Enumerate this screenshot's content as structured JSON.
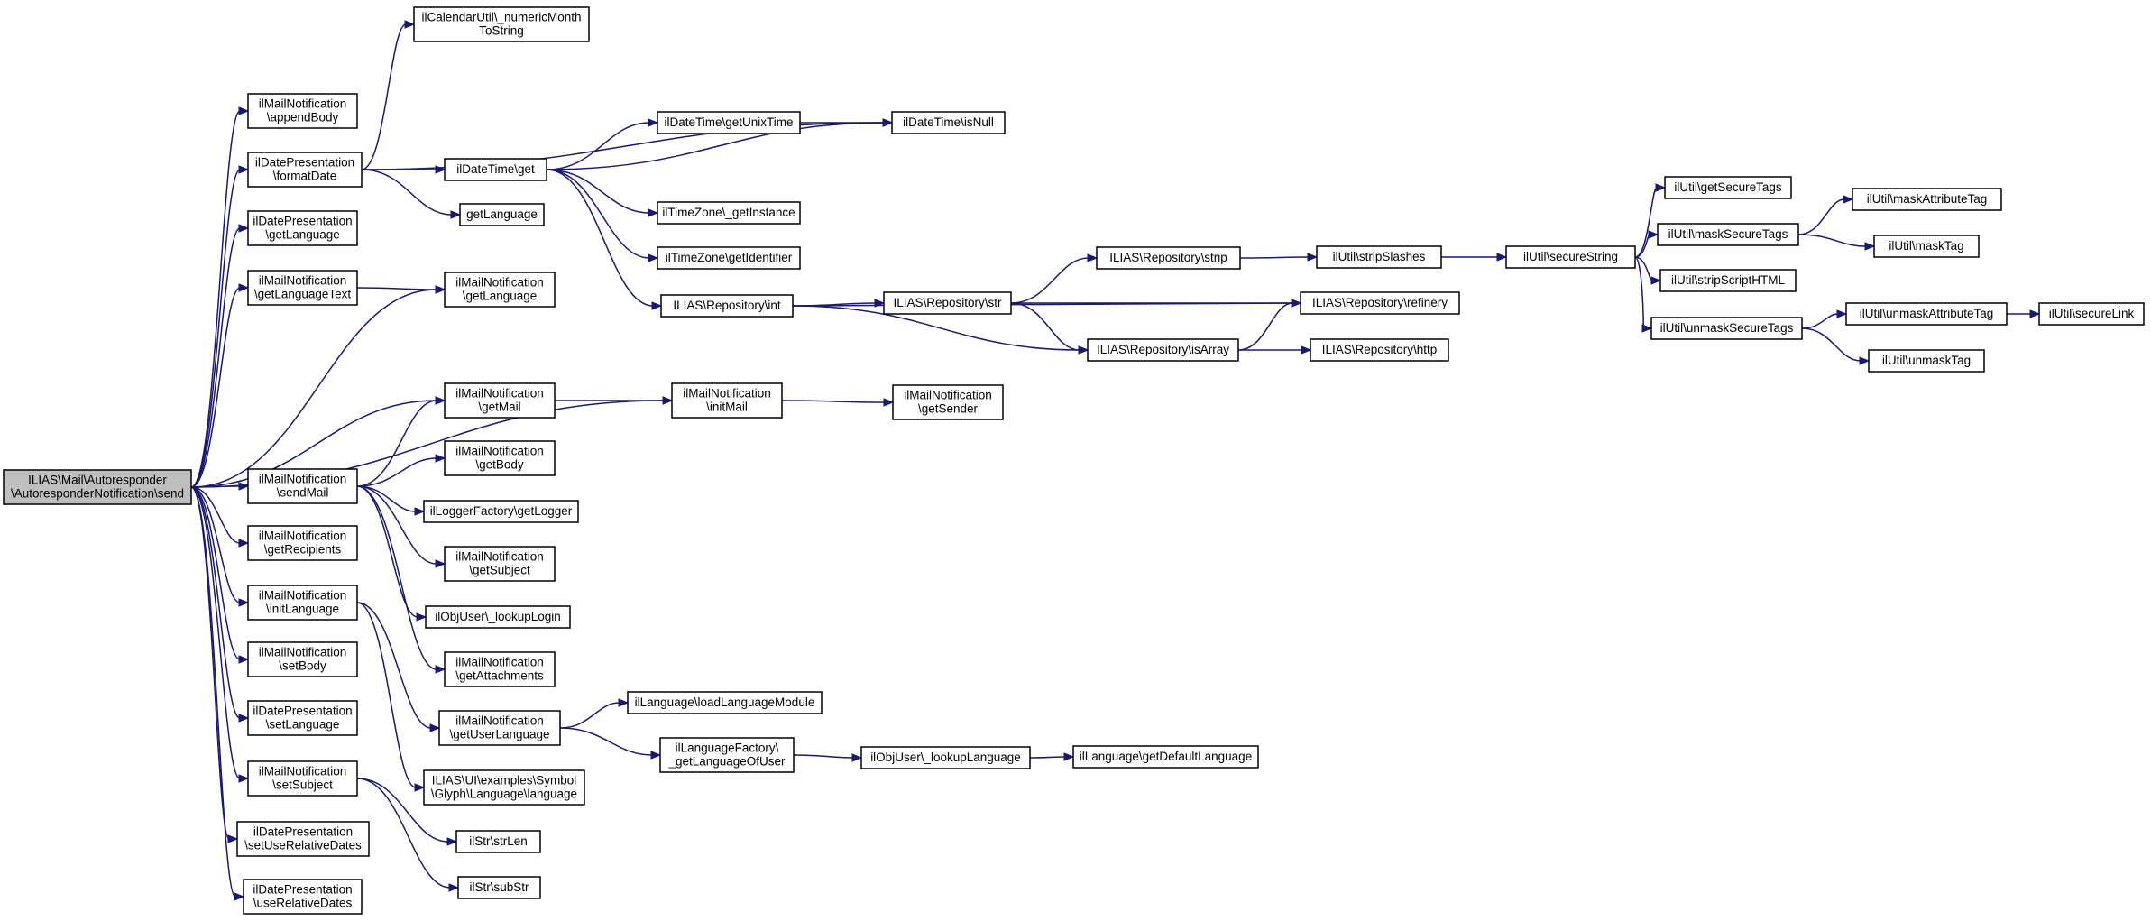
{
  "graph": {
    "root": "root",
    "nodes": [
      {
        "id": "root",
        "lines": [
          "ILIAS\\Mail\\Autoresponder",
          "\\AutoresponderNotification\\send"
        ],
        "root": true
      },
      {
        "id": "n_appendBody",
        "lines": [
          "ilMailNotification",
          "\\appendBody"
        ]
      },
      {
        "id": "n_formatDate",
        "lines": [
          "ilDatePresentation",
          "\\formatDate"
        ]
      },
      {
        "id": "n_dp_getLanguage",
        "lines": [
          "ilDatePresentation",
          "\\getLanguage"
        ]
      },
      {
        "id": "n_getLanguageText",
        "lines": [
          "ilMailNotification",
          "\\getLanguageText"
        ]
      },
      {
        "id": "n_sendMail",
        "lines": [
          "ilMailNotification",
          "\\sendMail"
        ]
      },
      {
        "id": "n_getRecipients",
        "lines": [
          "ilMailNotification",
          "\\getRecipients"
        ]
      },
      {
        "id": "n_initLanguage",
        "lines": [
          "ilMailNotification",
          "\\initLanguage"
        ]
      },
      {
        "id": "n_setBody",
        "lines": [
          "ilMailNotification",
          "\\setBody"
        ]
      },
      {
        "id": "n_setLanguage",
        "lines": [
          "ilDatePresentation",
          "\\setLanguage"
        ]
      },
      {
        "id": "n_setSubject",
        "lines": [
          "ilMailNotification",
          "\\setSubject"
        ]
      },
      {
        "id": "n_setUseRelativeDates",
        "lines": [
          "ilDatePresentation",
          "\\setUseRelativeDates"
        ]
      },
      {
        "id": "n_useRelativeDates",
        "lines": [
          "ilDatePresentation",
          "\\useRelativeDates"
        ]
      },
      {
        "id": "n_numericMonth",
        "lines": [
          "ilCalendarUtil\\_numericMonth",
          "ToString"
        ]
      },
      {
        "id": "n_dt_get",
        "lines": [
          "ilDateTime\\get"
        ]
      },
      {
        "id": "n_getLanguage",
        "lines": [
          "getLanguage"
        ]
      },
      {
        "id": "n_mn_getLanguage",
        "lines": [
          "ilMailNotification",
          "\\getLanguage"
        ]
      },
      {
        "id": "n_getMail",
        "lines": [
          "ilMailNotification",
          "\\getMail"
        ]
      },
      {
        "id": "n_getBody",
        "lines": [
          "ilMailNotification",
          "\\getBody"
        ]
      },
      {
        "id": "n_getLogger",
        "lines": [
          "ilLoggerFactory\\getLogger"
        ]
      },
      {
        "id": "n_getSubject",
        "lines": [
          "ilMailNotification",
          "\\getSubject"
        ]
      },
      {
        "id": "n_lookupLogin",
        "lines": [
          "ilObjUser\\_lookupLogin"
        ]
      },
      {
        "id": "n_getAttachments",
        "lines": [
          "ilMailNotification",
          "\\getAttachments"
        ]
      },
      {
        "id": "n_getUserLanguage",
        "lines": [
          "ilMailNotification",
          "\\getUserLanguage"
        ]
      },
      {
        "id": "n_glyphLanguage",
        "lines": [
          "ILIAS\\UI\\examples\\Symbol",
          "\\Glyph\\Language\\language"
        ]
      },
      {
        "id": "n_strLen",
        "lines": [
          "ilStr\\strLen"
        ]
      },
      {
        "id": "n_subStr",
        "lines": [
          "ilStr\\subStr"
        ]
      },
      {
        "id": "n_getUnixTime",
        "lines": [
          "ilDateTime\\getUnixTime"
        ]
      },
      {
        "id": "n_isNull",
        "lines": [
          "ilDateTime\\isNull"
        ]
      },
      {
        "id": "n_tz_getInstance",
        "lines": [
          "ilTimeZone\\_getInstance"
        ]
      },
      {
        "id": "n_tz_getIdentifier",
        "lines": [
          "ilTimeZone\\getIdentifier"
        ]
      },
      {
        "id": "n_repo_int",
        "lines": [
          "ILIAS\\Repository\\int"
        ]
      },
      {
        "id": "n_initMail",
        "lines": [
          "ilMailNotification",
          "\\initMail"
        ]
      },
      {
        "id": "n_loadLanguageModule",
        "lines": [
          "ilLanguage\\loadLanguageModule"
        ]
      },
      {
        "id": "n_getLanguageOfUser",
        "lines": [
          "ilLanguageFactory\\",
          "_getLanguageOfUser"
        ]
      },
      {
        "id": "n_repo_str",
        "lines": [
          "ILIAS\\Repository\\str"
        ]
      },
      {
        "id": "n_getSender",
        "lines": [
          "ilMailNotification",
          "\\getSender"
        ]
      },
      {
        "id": "n_lookupLanguage",
        "lines": [
          "ilObjUser\\_lookupLanguage"
        ]
      },
      {
        "id": "n_repo_strip",
        "lines": [
          "ILIAS\\Repository\\strip"
        ]
      },
      {
        "id": "n_repo_isArray",
        "lines": [
          "ILIAS\\Repository\\isArray"
        ]
      },
      {
        "id": "n_getDefaultLanguage",
        "lines": [
          "ilLanguage\\getDefaultLanguage"
        ]
      },
      {
        "id": "n_stripSlashes",
        "lines": [
          "ilUtil\\stripSlashes"
        ]
      },
      {
        "id": "n_repo_refinery",
        "lines": [
          "ILIAS\\Repository\\refinery"
        ]
      },
      {
        "id": "n_repo_http",
        "lines": [
          "ILIAS\\Repository\\http"
        ]
      },
      {
        "id": "n_secureString",
        "lines": [
          "ilUtil\\secureString"
        ]
      },
      {
        "id": "n_getSecureTags",
        "lines": [
          "ilUtil\\getSecureTags"
        ]
      },
      {
        "id": "n_maskSecureTags",
        "lines": [
          "ilUtil\\maskSecureTags"
        ]
      },
      {
        "id": "n_stripScriptHTML",
        "lines": [
          "ilUtil\\stripScriptHTML"
        ]
      },
      {
        "id": "n_unmaskSecureTags",
        "lines": [
          "ilUtil\\unmaskSecureTags"
        ]
      },
      {
        "id": "n_maskAttributeTag",
        "lines": [
          "ilUtil\\maskAttributeTag"
        ]
      },
      {
        "id": "n_maskTag",
        "lines": [
          "ilUtil\\maskTag"
        ]
      },
      {
        "id": "n_unmaskAttributeTag",
        "lines": [
          "ilUtil\\unmaskAttributeTag"
        ]
      },
      {
        "id": "n_unmaskTag",
        "lines": [
          "ilUtil\\unmaskTag"
        ]
      },
      {
        "id": "n_secureLink",
        "lines": [
          "ilUtil\\secureLink"
        ]
      }
    ],
    "edges": [
      [
        "root",
        "n_appendBody"
      ],
      [
        "root",
        "n_formatDate"
      ],
      [
        "root",
        "n_dp_getLanguage"
      ],
      [
        "root",
        "n_getLanguageText"
      ],
      [
        "root",
        "n_mn_getLanguage"
      ],
      [
        "root",
        "n_initMail"
      ],
      [
        "root",
        "n_getMail"
      ],
      [
        "root",
        "n_sendMail"
      ],
      [
        "root",
        "n_getRecipients"
      ],
      [
        "root",
        "n_initLanguage"
      ],
      [
        "root",
        "n_setBody"
      ],
      [
        "root",
        "n_setLanguage"
      ],
      [
        "root",
        "n_setSubject"
      ],
      [
        "root",
        "n_setUseRelativeDates"
      ],
      [
        "root",
        "n_useRelativeDates"
      ],
      [
        "n_formatDate",
        "n_numericMonth"
      ],
      [
        "n_formatDate",
        "n_isNull"
      ],
      [
        "n_formatDate",
        "n_dt_get"
      ],
      [
        "n_formatDate",
        "n_getLanguage"
      ],
      [
        "n_dt_get",
        "n_getUnixTime"
      ],
      [
        "n_dt_get",
        "n_isNull"
      ],
      [
        "n_dt_get",
        "n_tz_getInstance"
      ],
      [
        "n_dt_get",
        "n_tz_getIdentifier"
      ],
      [
        "n_dt_get",
        "n_repo_int"
      ],
      [
        "n_getUnixTime",
        "n_isNull"
      ],
      [
        "n_getLanguageText",
        "n_mn_getLanguage"
      ],
      [
        "n_getMail",
        "n_initMail"
      ],
      [
        "n_initMail",
        "n_getSender"
      ],
      [
        "n_sendMail",
        "n_getMail"
      ],
      [
        "n_sendMail",
        "n_getBody"
      ],
      [
        "n_sendMail",
        "n_getLogger"
      ],
      [
        "n_sendMail",
        "n_getSubject"
      ],
      [
        "n_sendMail",
        "n_lookupLogin"
      ],
      [
        "n_sendMail",
        "n_getAttachments"
      ],
      [
        "n_initLanguage",
        "n_getUserLanguage"
      ],
      [
        "n_initLanguage",
        "n_glyphLanguage"
      ],
      [
        "n_getUserLanguage",
        "n_loadLanguageModule"
      ],
      [
        "n_getUserLanguage",
        "n_getLanguageOfUser"
      ],
      [
        "n_getLanguageOfUser",
        "n_lookupLanguage"
      ],
      [
        "n_lookupLanguage",
        "n_getDefaultLanguage"
      ],
      [
        "n_setSubject",
        "n_strLen"
      ],
      [
        "n_setSubject",
        "n_subStr"
      ],
      [
        "n_repo_int",
        "n_repo_str"
      ],
      [
        "n_repo_int",
        "n_repo_refinery"
      ],
      [
        "n_repo_int",
        "n_repo_isArray"
      ],
      [
        "n_repo_str",
        "n_repo_strip"
      ],
      [
        "n_repo_str",
        "n_repo_refinery"
      ],
      [
        "n_repo_str",
        "n_repo_isArray"
      ],
      [
        "n_repo_strip",
        "n_stripSlashes"
      ],
      [
        "n_repo_isArray",
        "n_repo_refinery"
      ],
      [
        "n_repo_isArray",
        "n_repo_http"
      ],
      [
        "n_stripSlashes",
        "n_secureString"
      ],
      [
        "n_secureString",
        "n_getSecureTags"
      ],
      [
        "n_secureString",
        "n_maskSecureTags"
      ],
      [
        "n_secureString",
        "n_stripScriptHTML"
      ],
      [
        "n_secureString",
        "n_unmaskSecureTags"
      ],
      [
        "n_maskSecureTags",
        "n_maskAttributeTag"
      ],
      [
        "n_maskSecureTags",
        "n_maskTag"
      ],
      [
        "n_unmaskSecureTags",
        "n_unmaskAttributeTag"
      ],
      [
        "n_unmaskSecureTags",
        "n_unmaskTag"
      ],
      [
        "n_unmaskAttributeTag",
        "n_secureLink"
      ]
    ]
  }
}
